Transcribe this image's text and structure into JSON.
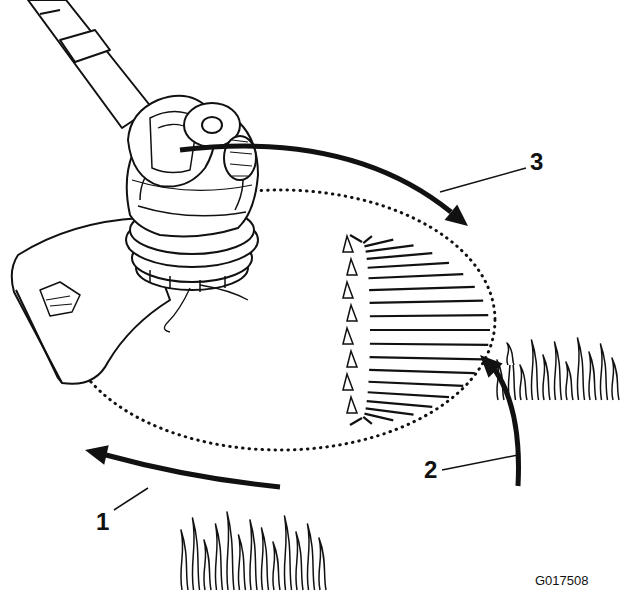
{
  "diagram": {
    "labels": [
      "1",
      "2",
      "3",
      "G017508"
    ]
  }
}
